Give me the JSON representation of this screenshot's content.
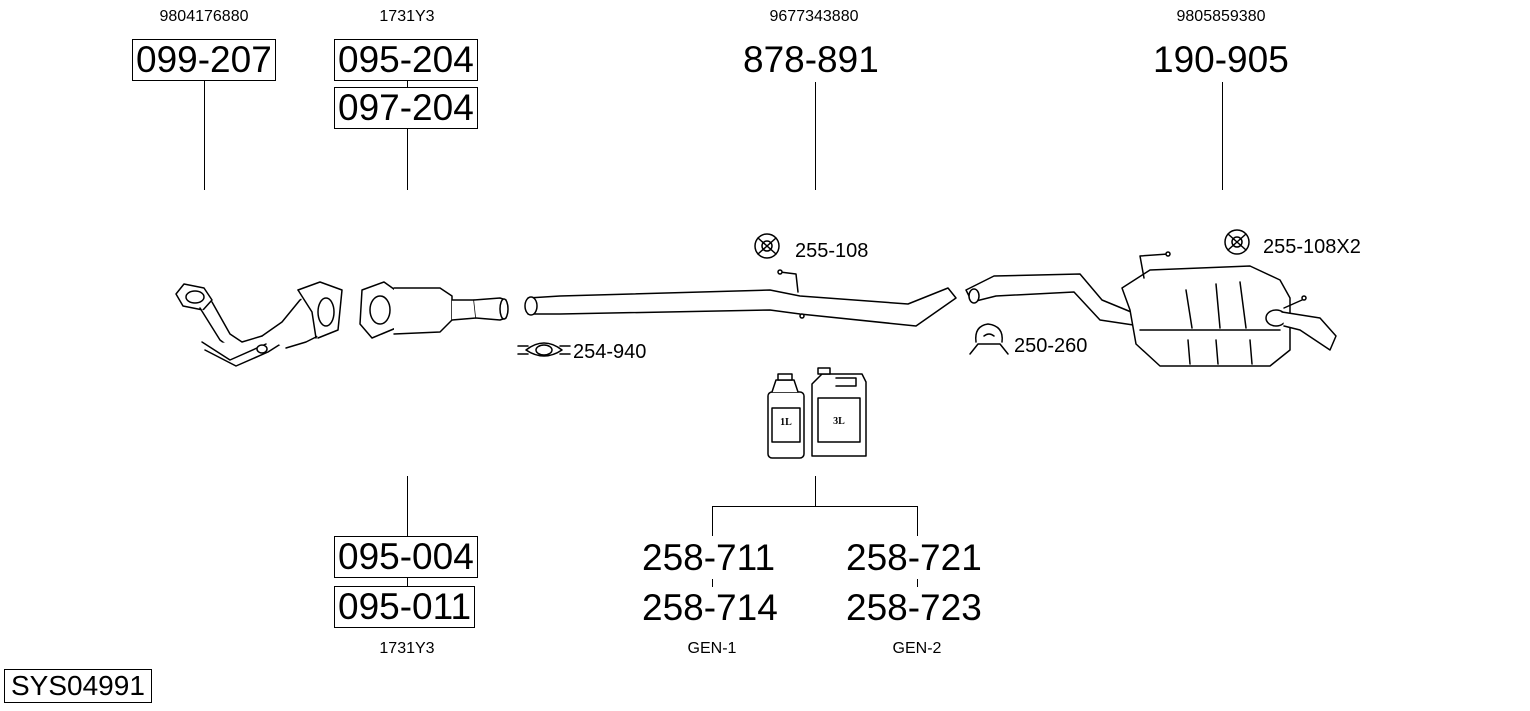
{
  "system_code": "SYS04991",
  "oem_numbers": {
    "manifold": "9804176880",
    "catalyst_top": "1731Y3",
    "middle_pipe": "9677343880",
    "rear_silencer": "9805859380",
    "catalyst_bottom": "1731Y3"
  },
  "parts": {
    "manifold": "099-207",
    "catalyst_a": "095-204",
    "catalyst_b": "097-204",
    "middle_pipe": "878-891",
    "rear_silencer": "190-905",
    "kit_a": "095-004",
    "kit_b": "095-011",
    "paste_1": "258-711",
    "paste_2": "258-714",
    "paste_3": "258-721",
    "paste_4": "258-723"
  },
  "fittings": {
    "rubber_mount": "255-108",
    "rubber_mount_x2": "255-108X2",
    "clamp_front": "254-940",
    "clamp_rear": "250-260"
  },
  "containers": {
    "small": "1L",
    "large": "3L"
  },
  "generic_labels": {
    "gen1": "GEN-1",
    "gen2": "GEN-2"
  }
}
